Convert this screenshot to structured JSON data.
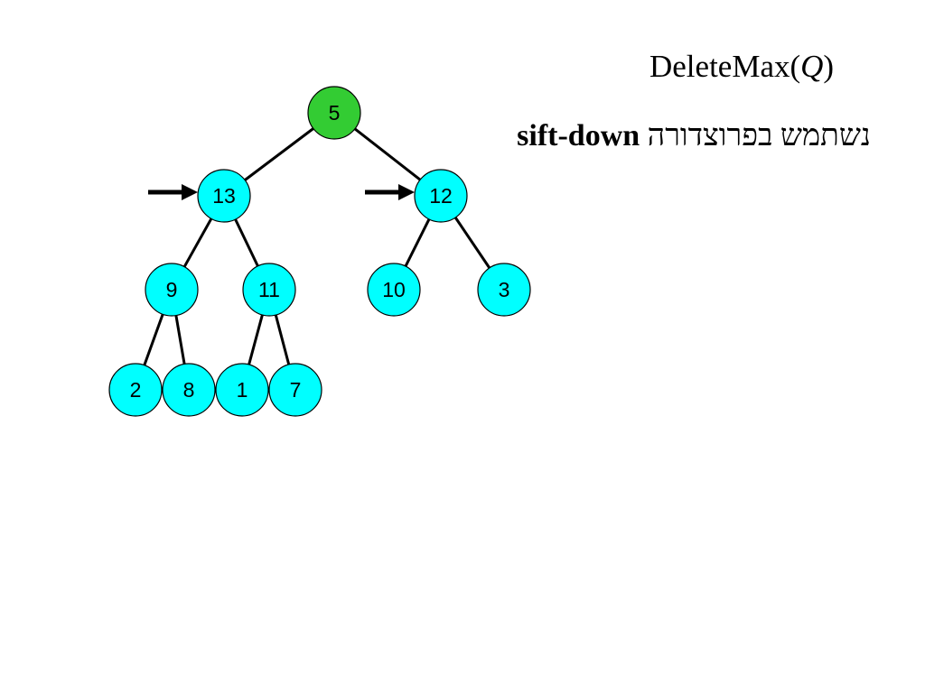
{
  "title": {
    "prefix": "DeleteMax(",
    "param": "Q",
    "suffix": ")"
  },
  "subtitle": {
    "hebrew": "נשתמש בפרוצדורה",
    "term": "sift-down"
  },
  "colors": {
    "root_fill": "#33cc33",
    "node_fill": "#00ffff",
    "stroke": "#000000"
  },
  "tree": {
    "nodes": [
      {
        "id": "n5",
        "label": "5",
        "fill": "root",
        "arrow": false
      },
      {
        "id": "n13",
        "label": "13",
        "fill": "node",
        "arrow": true
      },
      {
        "id": "n12",
        "label": "12",
        "fill": "node",
        "arrow": true
      },
      {
        "id": "n9",
        "label": "9",
        "fill": "node",
        "arrow": false
      },
      {
        "id": "n11",
        "label": "11",
        "fill": "node",
        "arrow": false
      },
      {
        "id": "n10",
        "label": "10",
        "fill": "node",
        "arrow": false
      },
      {
        "id": "n3",
        "label": "3",
        "fill": "node",
        "arrow": false
      },
      {
        "id": "n2",
        "label": "2",
        "fill": "node",
        "arrow": false
      },
      {
        "id": "n8",
        "label": "8",
        "fill": "node",
        "arrow": false
      },
      {
        "id": "n1",
        "label": "1",
        "fill": "node",
        "arrow": false
      },
      {
        "id": "n7",
        "label": "7",
        "fill": "node",
        "arrow": false
      }
    ],
    "edges": [
      [
        "n5",
        "n13"
      ],
      [
        "n5",
        "n12"
      ],
      [
        "n13",
        "n9"
      ],
      [
        "n13",
        "n11"
      ],
      [
        "n12",
        "n10"
      ],
      [
        "n12",
        "n3"
      ],
      [
        "n9",
        "n2"
      ],
      [
        "n9",
        "n8"
      ],
      [
        "n11",
        "n1"
      ],
      [
        "n11",
        "n7"
      ]
    ]
  }
}
